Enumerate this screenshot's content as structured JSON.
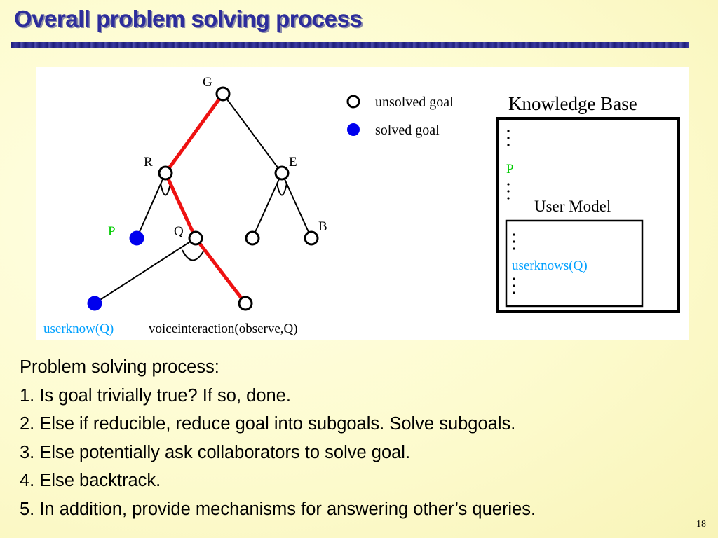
{
  "slide": {
    "title": "Overall problem solving process",
    "page_number": "18"
  },
  "diagram": {
    "nodes": {
      "G": "G",
      "R": "R",
      "E": "E",
      "P": "P",
      "Q": "Q",
      "B": "B"
    },
    "leaf_labels": {
      "userknow": "userknow(Q)",
      "voiceinteraction": "voiceinteraction(observe,Q)"
    },
    "legend": {
      "unsolved": "unsolved goal",
      "solved": "solved goal"
    },
    "knowledge_base": {
      "title": "Knowledge Base",
      "entry_p": "P",
      "user_model_title": "User Model",
      "user_model_entry": "userknows(Q)"
    },
    "colors": {
      "solved_path": "#ee1111",
      "solved_node": "#0000ee",
      "p_label": "#00cc00",
      "userknow_text": "#00a0ff",
      "title": "#2d2d9b"
    }
  },
  "process": {
    "heading": "Problem solving process:",
    "steps": [
      "1. Is goal trivially true? If so, done.",
      "2. Else if reducible, reduce goal into subgoals. Solve subgoals.",
      "3. Else potentially ask collaborators to solve goal.",
      "4. Else backtrack.",
      "5. In addition, provide mechanisms for answering other’s queries."
    ]
  }
}
